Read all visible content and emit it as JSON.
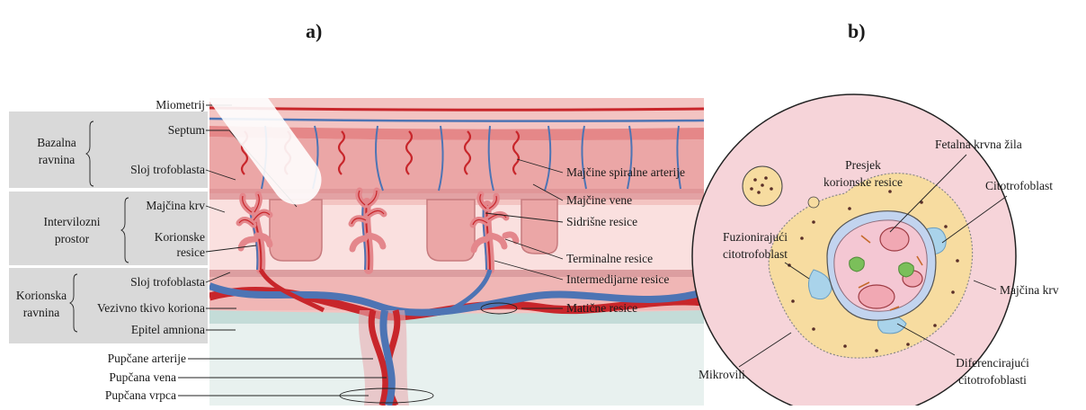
{
  "panels": {
    "a": "a)",
    "b": "b)"
  },
  "left_groups": {
    "bazalna": [
      "Bazalna",
      "ravnina"
    ],
    "intervilozni": [
      "Intervilozni",
      "prostor"
    ],
    "korionska": [
      "Korionska",
      "ravnina"
    ]
  },
  "labels_a_left": {
    "miometrij": "Miometrij",
    "septum": "Septum",
    "sloj_trofoblasta_1": "Sloj trofoblasta",
    "majcina_krv": "Majčina krv",
    "korionske_resice": [
      "Korionske",
      "resice"
    ],
    "sloj_trofoblasta_2": "Sloj trofoblasta",
    "vezivno_tkivo": "Vezivno tkivo koriona",
    "epitel_amniona": "Epitel amniona",
    "pupcane_arterije": "Pupčane arterije",
    "pupcana_vena": "Pupčana vena",
    "pupcana_vrpca": "Pupčana vrpca"
  },
  "labels_a_right": {
    "spiralne_arterije": "Majčine spiralne arterije",
    "majcine_vene": "Majčine vene",
    "sidrisne": "Sidrišne resice",
    "terminalne": "Terminalne resice",
    "intermedijarne": "Intermedijarne resice",
    "maticne": "Matične resice"
  },
  "labels_b": {
    "presjek": [
      "Presjek",
      "korionske resice"
    ],
    "fetalna": "Fetalna krvna žila",
    "citotrofoblast": "Citotrofoblast",
    "fuzionirajuci": [
      "Fuzionirajući",
      "citotrofoblast"
    ],
    "majcina_krv": "Majčina krv",
    "mikrovili": "Mikrovili",
    "diferencirajuci": [
      "Diferencirajući",
      "citotrofoblasti"
    ]
  },
  "colors": {
    "myometrium": "#f3c4c2",
    "intervillous": "#f9dcdb",
    "artery": "#c8262b",
    "vein": "#4d74b4",
    "group_box": "#d9d9d9",
    "amnion": "#e6f0ee",
    "villus_cytoplasm": "#f7dca0",
    "cytotrophoblast": "#a9d3ea"
  }
}
